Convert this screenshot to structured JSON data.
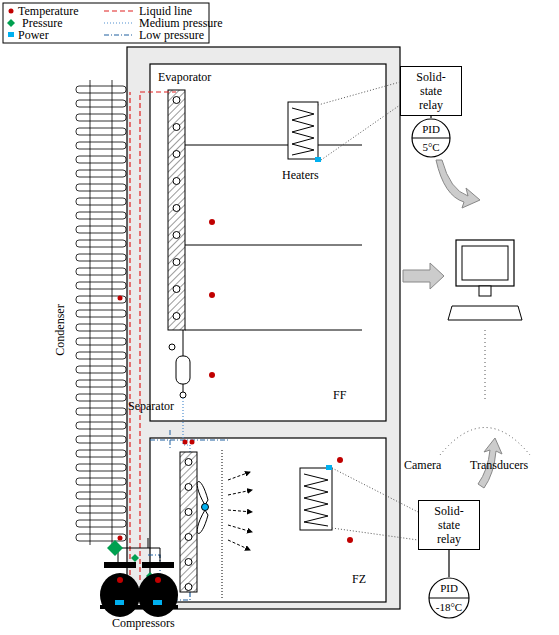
{
  "diagram": {
    "nodes": [
      {
        "text": [
          "Solid-state relay"
        ]
      },
      {
        "text": [
          "PID",
          "5°C"
        ]
      },
      {
        "text": [
          "Solid-state relay"
        ]
      },
      {
        "text": [
          "PID",
          "-18°C"
        ]
      }
    ],
    "edges": [
      {
        "from": 0,
        "to": 1,
        "arrow": "none"
      },
      {
        "from": 2,
        "to": 3,
        "arrow": "none"
      }
    ],
    "labels": [
      "Evaporator",
      "Heaters",
      "Separator",
      "FF",
      "Condenser",
      "FZ",
      "Compressors",
      "Camera",
      "Transducers"
    ],
    "legend": [
      {
        "text": "Temperature"
      },
      {
        "text": "Liquid line"
      },
      {
        "text": "Pressure"
      },
      {
        "text": "Medium pressure"
      },
      {
        "text": "Power"
      },
      {
        "text": "Low pressure"
      }
    ]
  }
}
